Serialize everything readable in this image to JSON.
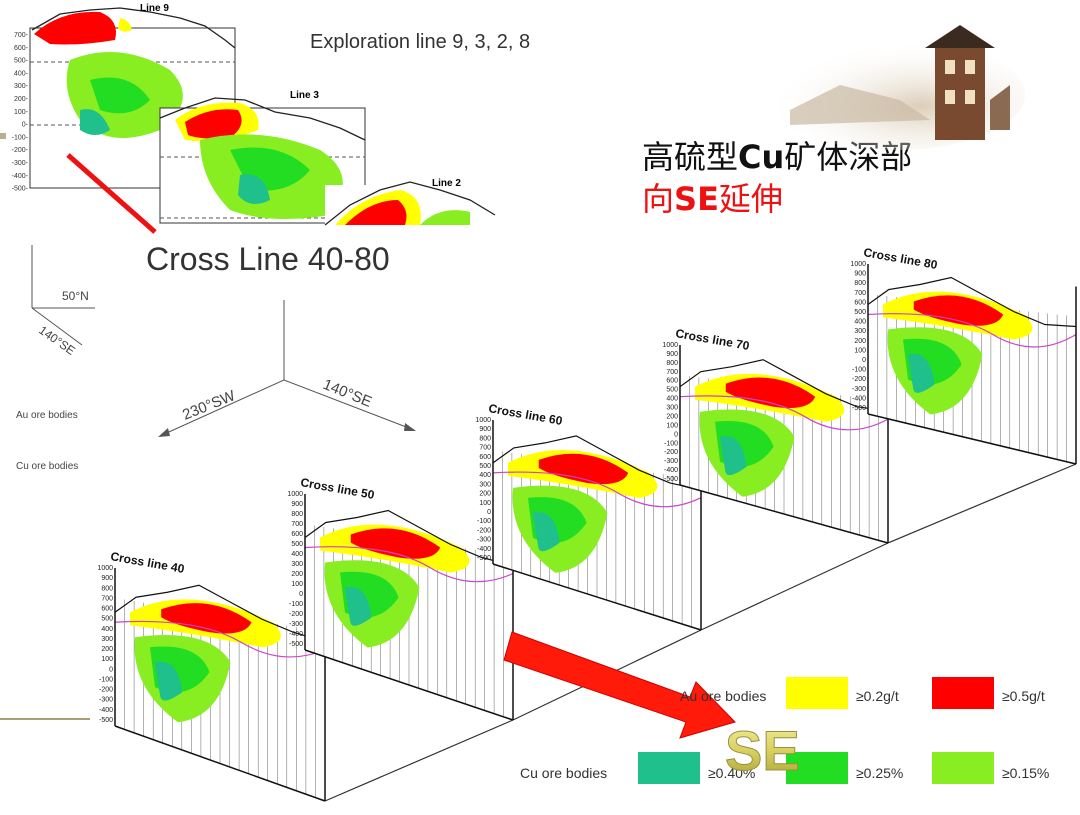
{
  "header": {
    "exploration_label": "Exploration line 9, 3, 2, 8",
    "cross_line_title": "Cross Line 40-80",
    "chinese_line1_a": "高硫型",
    "chinese_line1_b": "Cu",
    "chinese_line1_c": "矿体深部",
    "chinese_line2_a": "向",
    "chinese_line2_b": "SE",
    "chinese_line2_c": "延伸"
  },
  "lines_inset": {
    "line9": "Line 9",
    "line3": "Line 3",
    "line2": "Line 2",
    "ticks": [
      "700-",
      "600-",
      "500-",
      "400-",
      "300-",
      "200-",
      "100-",
      "0-",
      "-100-",
      "-200-",
      "-300-",
      "-400-",
      "-500-"
    ]
  },
  "orientation": {
    "n50": "50°N",
    "se140_small": "140°SE",
    "sw230": "230°SW",
    "se140": "140°SE"
  },
  "left_labels": {
    "au": "Au ore bodies",
    "cu": "Cu ore bodies"
  },
  "sections": [
    {
      "label": "Cross  line  40"
    },
    {
      "label": "Cross line 50"
    },
    {
      "label": "Cross line 60"
    },
    {
      "label": "Cross line 70"
    },
    {
      "label": "Cross  line  80"
    }
  ],
  "section_ticks": [
    "1000",
    "900",
    "800",
    "700",
    "600",
    "500",
    "400",
    "300",
    "200",
    "100",
    "0",
    "-100",
    "-200",
    "-300",
    "-400",
    "-500"
  ],
  "legend": {
    "au_label": "Au ore bodies",
    "cu_label": "Cu ore bodies",
    "au_items": [
      {
        "label": "≥0.2g/t",
        "color": "#ffff00"
      },
      {
        "label": "≥0.5g/t",
        "color": "#ff0000"
      }
    ],
    "cu_items": [
      {
        "label": "≥0.40%",
        "color": "#1fc08c"
      },
      {
        "label": "≥0.25%",
        "color": "#22dd22"
      },
      {
        "label": "≥0.15%",
        "color": "#88ee22"
      }
    ]
  },
  "arrow_label": "SE",
  "colors": {
    "au_high": "#ff0000",
    "au_low": "#ffff00",
    "cu_high": "#1fc08c",
    "cu_mid": "#22dd22",
    "cu_low": "#88ee22",
    "boundary": "#cc44cc",
    "arrow": "#ff1a0a"
  }
}
